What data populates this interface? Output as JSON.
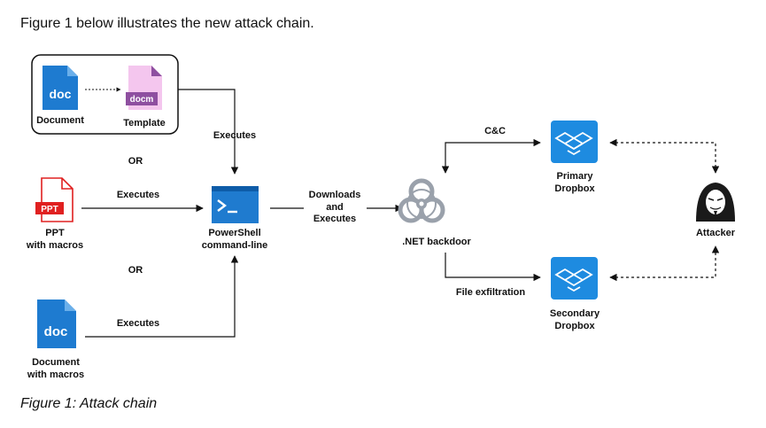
{
  "intro_text": "Figure 1 below illustrates the new attack chain.",
  "caption": "Figure 1: Attack chain",
  "diagram": {
    "nodes": {
      "document": {
        "label": "Document",
        "icon_text": "doc",
        "icon": "doc-file-icon"
      },
      "template": {
        "label": "Template",
        "icon_text": "docm",
        "icon": "docm-file-icon"
      },
      "ppt": {
        "label_line1": "PPT",
        "label_line2": "with macros",
        "icon_text": "PPT",
        "icon": "ppt-file-icon"
      },
      "doc_macros": {
        "label_line1": "Document",
        "label_line2": "with macros",
        "icon_text": "doc",
        "icon": "doc-file-icon"
      },
      "powershell": {
        "label_line1": "PowerShell",
        "label_line2": "command-line",
        "icon": "powershell-icon"
      },
      "backdoor": {
        "label": ".NET backdoor",
        "icon": "biohazard-icon"
      },
      "primary_dropbox": {
        "label_line1": "Primary",
        "label_line2": "Dropbox",
        "icon": "dropbox-icon"
      },
      "secondary_dropbox": {
        "label_line1": "Secondary",
        "label_line2": "Dropbox",
        "icon": "dropbox-icon"
      },
      "attacker": {
        "label": "Attacker",
        "icon": "hacker-icon"
      }
    },
    "edges": {
      "executes_top": "Executes",
      "executes_middle": "Executes",
      "executes_bottom": "Executes",
      "or_top": "OR",
      "or_bottom": "OR",
      "downloads_line1": "Downloads",
      "downloads_line2": "and",
      "downloads_line3": "Executes",
      "cnc": "C&C",
      "file_exfil": "File exfiltration"
    },
    "colors": {
      "doc_blue": "#1E7BD0",
      "docm_pink": "#F4C6EE",
      "docm_label": "#8E4FA0",
      "ppt_red": "#E02020",
      "powershell_blue": "#1F7BCF",
      "dropbox_blue": "#1E8BE0",
      "biohazard_gray": "#9AA1AB"
    }
  }
}
